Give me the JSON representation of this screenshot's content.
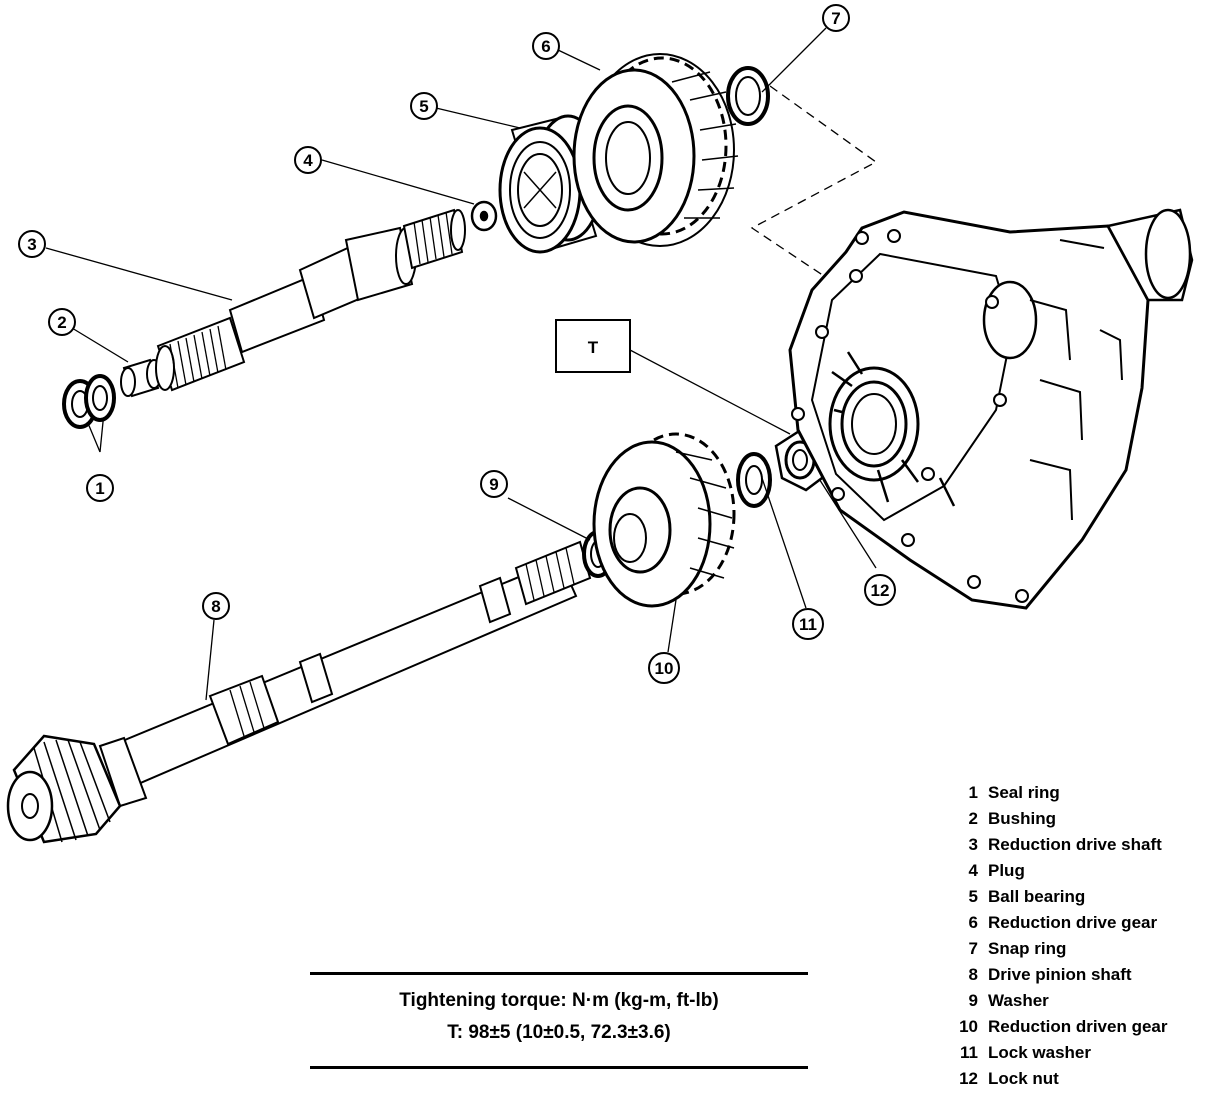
{
  "callouts": [
    "1",
    "2",
    "3",
    "4",
    "5",
    "6",
    "7",
    "8",
    "9",
    "10",
    "11",
    "12"
  ],
  "torque_tag": "T",
  "parts": [
    {
      "num": "1",
      "name": "Seal ring"
    },
    {
      "num": "2",
      "name": "Bushing"
    },
    {
      "num": "3",
      "name": "Reduction drive shaft"
    },
    {
      "num": "4",
      "name": "Plug"
    },
    {
      "num": "5",
      "name": "Ball bearing"
    },
    {
      "num": "6",
      "name": "Reduction drive gear"
    },
    {
      "num": "7",
      "name": "Snap ring"
    },
    {
      "num": "8",
      "name": "Drive pinion shaft"
    },
    {
      "num": "9",
      "name": "Washer"
    },
    {
      "num": "10",
      "name": "Reduction driven gear"
    },
    {
      "num": "11",
      "name": "Lock washer"
    },
    {
      "num": "12",
      "name": "Lock nut"
    }
  ],
  "torque": {
    "heading": "Tightening torque:  N·m (kg-m, ft-lb)",
    "spec": "T:  98±5 (10±0.5, 72.3±3.6)"
  }
}
